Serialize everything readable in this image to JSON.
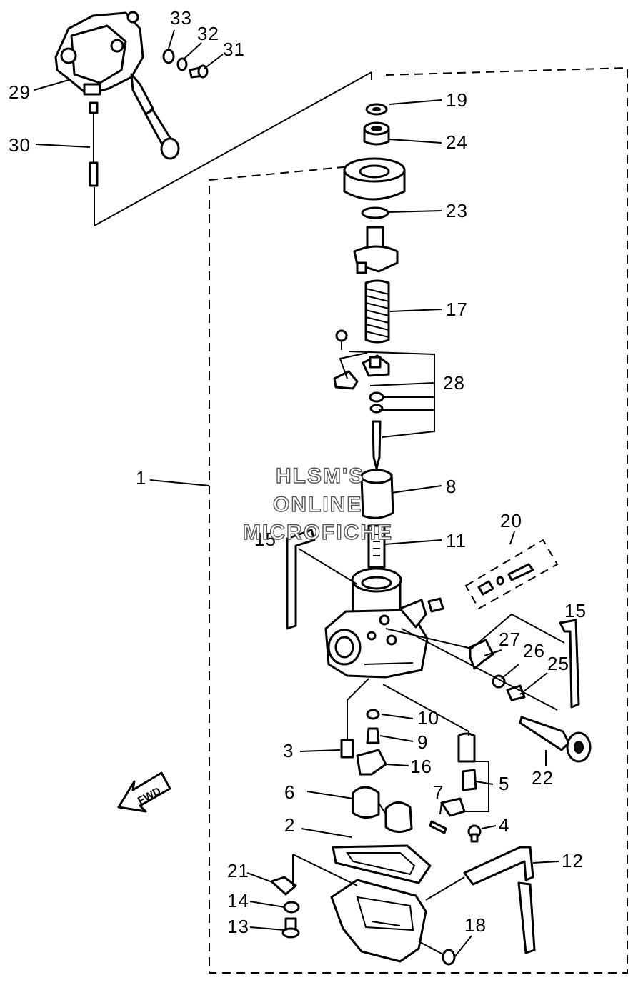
{
  "callouts": {
    "c1": "1",
    "c2": "2",
    "c3": "3",
    "c4": "4",
    "c5": "5",
    "c6": "6",
    "c7": "7",
    "c8": "8",
    "c9": "9",
    "c10": "10",
    "c11": "11",
    "c12": "12",
    "c13": "13",
    "c14": "14",
    "c15a": "15",
    "c15b": "15",
    "c16": "16",
    "c17": "17",
    "c18": "18",
    "c19": "19",
    "c20": "20",
    "c21": "21",
    "c22": "22",
    "c23": "23",
    "c24": "24",
    "c25": "25",
    "c26": "26",
    "c27": "27",
    "c28": "28",
    "c29": "29",
    "c30": "30",
    "c31": "31",
    "c32": "32",
    "c33": "33"
  },
  "watermark": {
    "line1": "HLSM'S",
    "line2": "ONLINE",
    "line3": "MICROFICHE"
  },
  "direction_arrow": {
    "label": "FWD"
  }
}
